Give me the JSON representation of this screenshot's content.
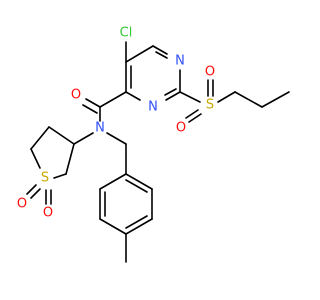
{
  "molecule": {
    "atoms": {
      "cl": {
        "label": "Cl",
        "color": "#33cc33"
      },
      "n_ring_top": {
        "label": "N",
        "color": "#3050f8"
      },
      "n_ring_bottom": {
        "label": "N",
        "color": "#3050f8"
      },
      "o_carbonyl": {
        "label": "O",
        "color": "#ff0d0d"
      },
      "n_amide": {
        "label": "N",
        "color": "#3050f8"
      },
      "s_sulfonyl": {
        "label": "S",
        "color": "#c8a800"
      },
      "o_sulfonyl_top": {
        "label": "O",
        "color": "#ff0d0d"
      },
      "o_sulfonyl_bottom": {
        "label": "O",
        "color": "#ff0d0d"
      },
      "s_ring": {
        "label": "S",
        "color": "#c8a800"
      },
      "o_ring_left": {
        "label": "O",
        "color": "#ff0d0d"
      },
      "o_ring_bottom": {
        "label": "O",
        "color": "#ff0d0d"
      }
    }
  }
}
